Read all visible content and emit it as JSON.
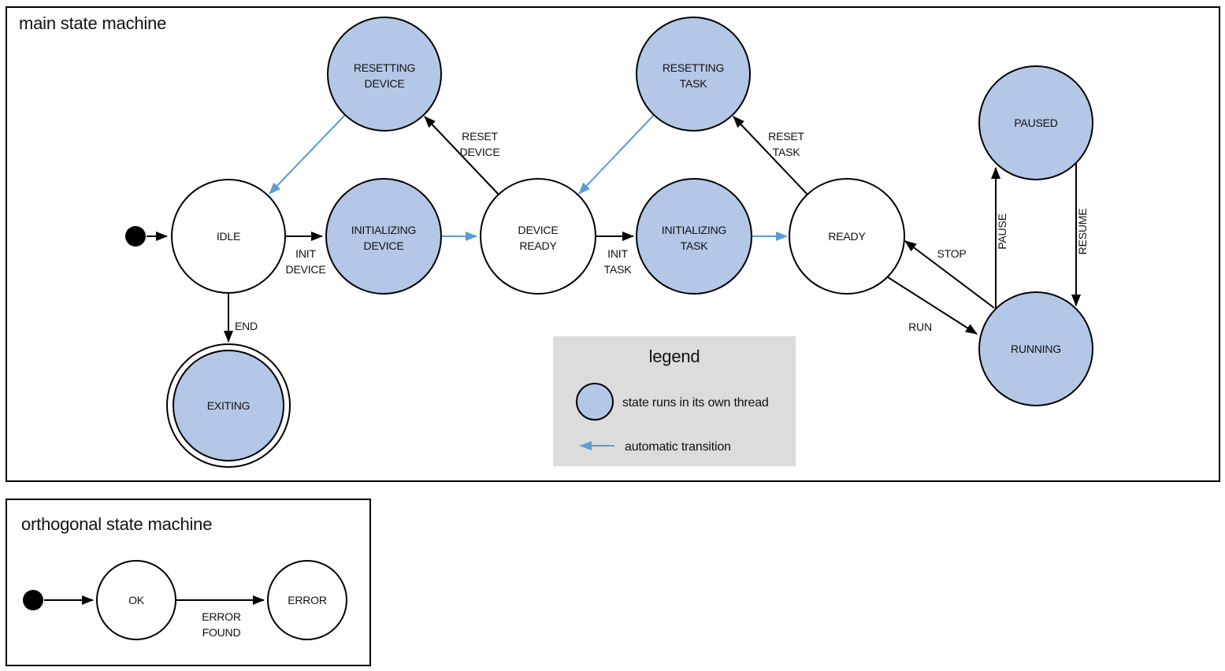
{
  "colors": {
    "thread_state_fill": "#b4c7e7",
    "auto_transition_color": "#5d9bd5",
    "legend_bg": "#dcdcdc"
  },
  "main_machine": {
    "title": "main state machine",
    "states": {
      "idle": {
        "label": "IDLE"
      },
      "resetting_device": {
        "line1": "RESETTING",
        "line2": "DEVICE"
      },
      "initializing_device": {
        "line1": "INITIALIZING",
        "line2": "DEVICE"
      },
      "device_ready": {
        "line1": "DEVICE",
        "line2": "READY"
      },
      "resetting_task": {
        "line1": "RESETTING",
        "line2": "TASK"
      },
      "initializing_task": {
        "line1": "INITIALIZING",
        "line2": "TASK"
      },
      "ready": {
        "label": "READY"
      },
      "paused": {
        "label": "PAUSED"
      },
      "running": {
        "label": "RUNNING"
      },
      "exiting": {
        "label": "EXITING"
      }
    },
    "transitions": {
      "init_device": {
        "line1": "INIT",
        "line2": "DEVICE"
      },
      "reset_device": {
        "line1": "RESET",
        "line2": "DEVICE"
      },
      "init_task": {
        "line1": "INIT",
        "line2": "TASK"
      },
      "reset_task": {
        "line1": "RESET",
        "line2": "TASK"
      },
      "end": {
        "label": "END"
      },
      "stop": {
        "label": "STOP"
      },
      "run": {
        "label": "RUN"
      },
      "pause": {
        "label": "PAUSE"
      },
      "resume": {
        "label": "RESUME"
      }
    }
  },
  "legend": {
    "title": "legend",
    "items": [
      {
        "label": "state runs in its own thread"
      },
      {
        "label": "automatic transition"
      }
    ]
  },
  "orthogonal_machine": {
    "title": "orthogonal state machine",
    "states": {
      "ok": {
        "label": "OK"
      },
      "error": {
        "label": "ERROR"
      }
    },
    "transitions": {
      "error_found": {
        "line1": "ERROR",
        "line2": "FOUND"
      }
    }
  }
}
